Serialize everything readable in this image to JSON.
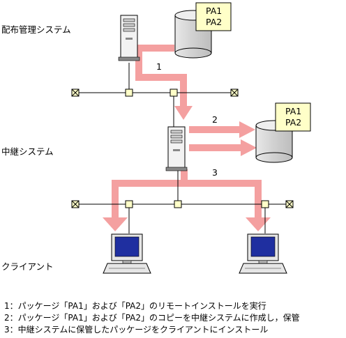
{
  "labels": {
    "distribution": "配布管理システム",
    "relay": "中継システム",
    "client": "クライアント"
  },
  "steps": {
    "s1": "1",
    "s2": "2",
    "s3": "3"
  },
  "packages": {
    "top": [
      "PA1",
      "PA2"
    ],
    "relay": [
      "PA1",
      "PA2"
    ]
  },
  "notes": [
    "1：パッケージ「PA1」および「PA2」のリモートインストールを実行",
    "2：パッケージ「PA1」および「PA2」のコピーを中継システムに作成し，保管",
    "3：中継システムに保管したパッケージをクライアントにインストール"
  ],
  "colors": {
    "arrow": "#f28c8c",
    "cylinder": "#d9d9d9",
    "note_box": "#ffffc8",
    "node": "#ffffc8",
    "screen": "#1f2fa0"
  }
}
